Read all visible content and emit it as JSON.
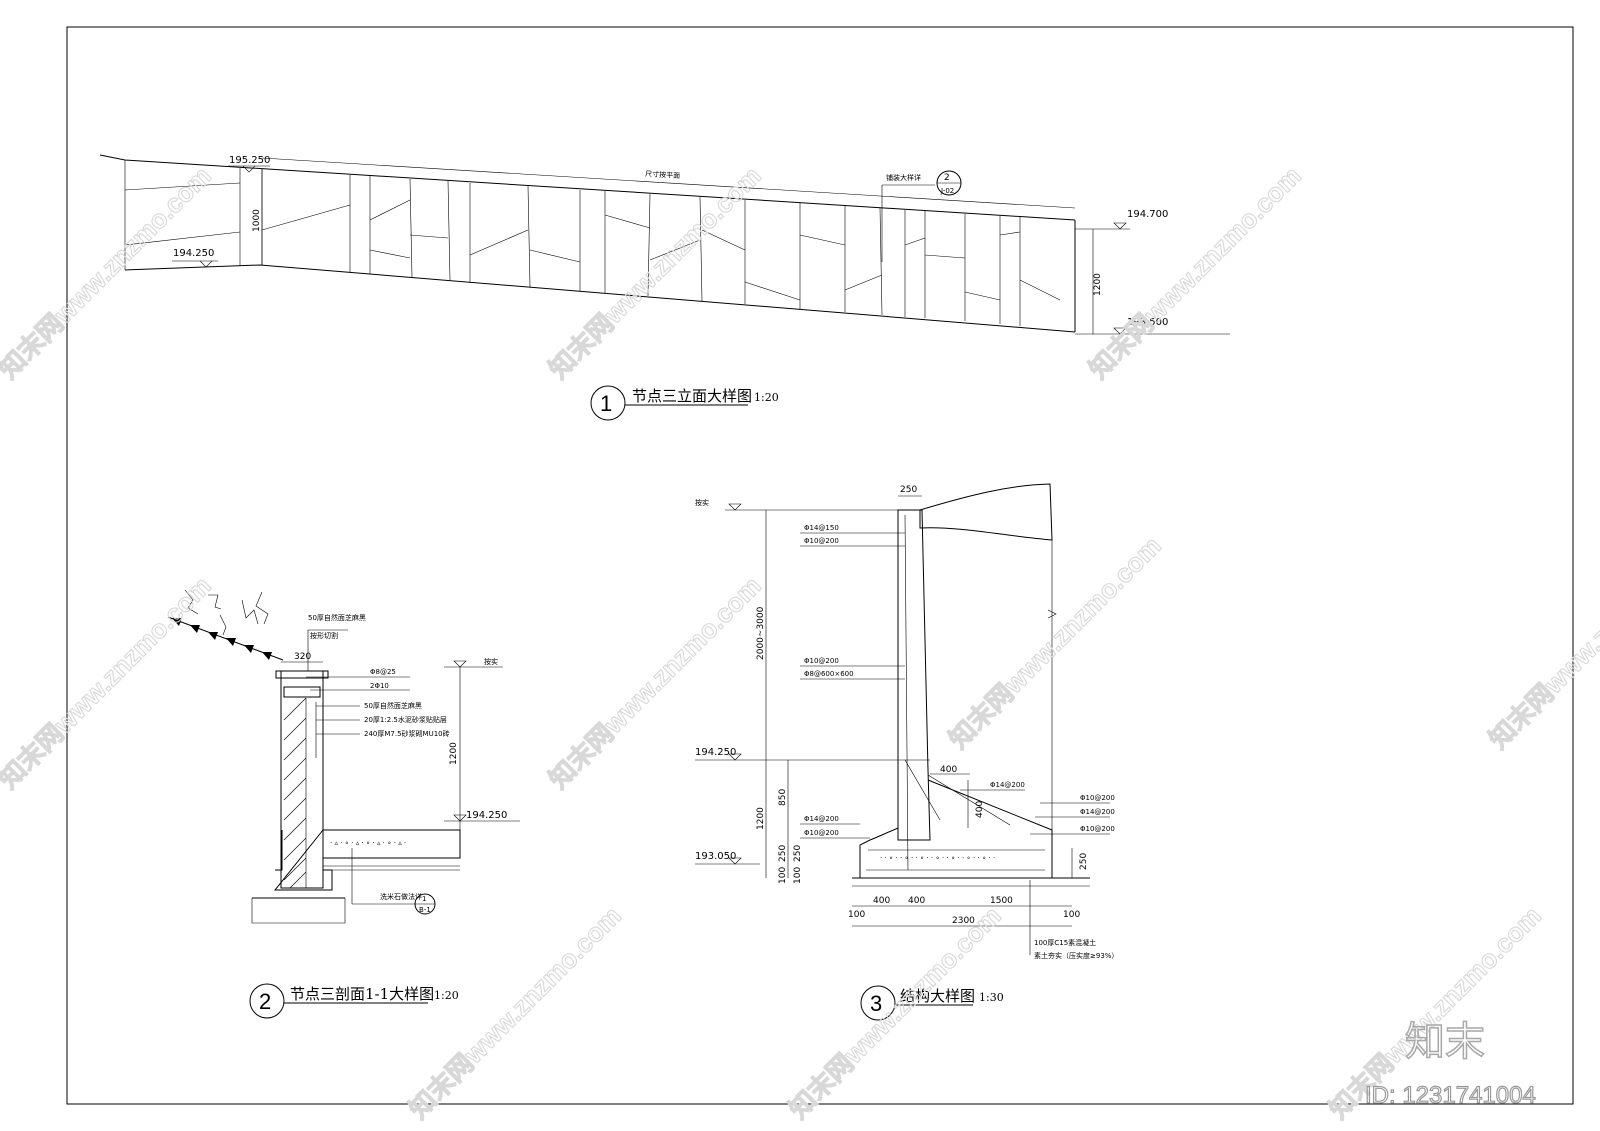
{
  "drawing1": {
    "index": "1",
    "title": "节点三立面大样图",
    "scale": "1:20",
    "labels": {
      "level_top_left": "195.250",
      "level_bottom_left": "194.250",
      "dim_left": "1000",
      "note_top": "尺寸按平面",
      "note_ref": "铺装大样详",
      "ref_num": "2",
      "ref_sheet": "J-02",
      "level_top_right": "194.700",
      "dim_right": "1200",
      "level_bottom_right": "193.500"
    }
  },
  "drawing2": {
    "index": "2",
    "title": "节点三剖面1-1大样图",
    "scale": "1:20",
    "labels": {
      "cap_note1": "50厚自然面芝麻黑",
      "cap_note2": "按形切割",
      "dim_width": "320",
      "rebar1": "Φ8@25",
      "rebar2": "2Φ10",
      "layer1": "50厚自然面芝麻黑",
      "layer2": "20厚1:2.5水泥砂浆贴贴层",
      "layer3": "240厚M7.5砂浆砌MU10砖",
      "top_label": "按实",
      "dim_height": "1200",
      "level": "194.250",
      "note_pebble": "洗米石做法详",
      "ref_num": "1",
      "ref_sheet": "B-1"
    }
  },
  "drawing3": {
    "index": "3",
    "title": "结构大样图",
    "scale": "1:30",
    "labels": {
      "dim_top": "250",
      "top_label": "按实",
      "rebar_a": "Φ14@150",
      "rebar_b": "Φ10@200",
      "rebar_c": "Φ10@200",
      "rebar_d": "Φ8@600×600",
      "dim_height": "2000~3000",
      "level_mid": "194.250",
      "dim_400_h": "400",
      "rebar_e": "Φ14@200",
      "dim_400_v": "400",
      "rebar_f": "Φ10@200",
      "rebar_g": "Φ14@200",
      "rebar_h": "Φ10@200",
      "rebar_l1": "Φ14@200",
      "rebar_l2": "Φ10@200",
      "dim_1200": "1200",
      "dim_850": "850",
      "dim_250_a": "250",
      "dim_100_a": "100",
      "dim_250_b": "250",
      "dim_100_b": "100",
      "level_low": "193.050",
      "dim_250_r": "250",
      "dim_b1": "400",
      "dim_b2": "400",
      "dim_b3": "1500",
      "dim_100_l": "100",
      "dim_100_r": "100",
      "dim_total": "2300",
      "note_base1": "100厚C15素混凝土",
      "note_base2": "素土夯实（压实度≥93%）"
    }
  },
  "watermark": {
    "text": "知末网www.znzmo.com",
    "logo": "知末",
    "id": "ID: 1231741004"
  }
}
